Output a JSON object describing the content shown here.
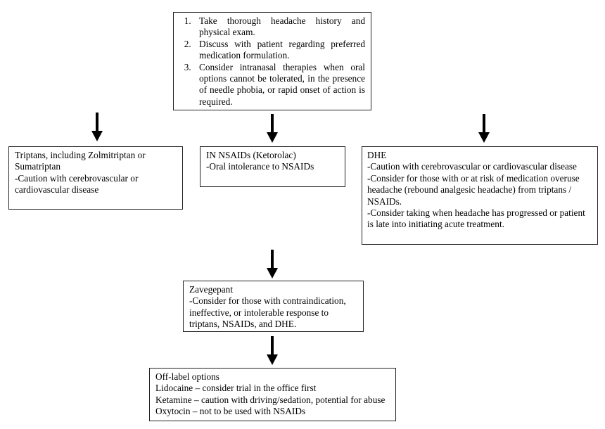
{
  "top_box": {
    "steps": [
      "Take thorough headache history and physical exam.",
      "Discuss with patient regarding preferred medication formulation.",
      "Consider intranasal therapies when oral options cannot be tolerated, in the presence of needle phobia, or rapid onset of action is required."
    ]
  },
  "triptans_box": {
    "lines": [
      "Triptans, including Zolmitriptan or Sumatriptan",
      "-Caution with cerebrovascular or cardiovascular disease"
    ]
  },
  "nsaids_box": {
    "lines": [
      "IN NSAIDs (Ketorolac)",
      "-Oral intolerance to NSAIDs"
    ]
  },
  "dhe_box": {
    "lines": [
      "DHE",
      "-Caution with cerebrovascular or cardiovascular disease",
      "-Consider for those with or at risk of medication overuse headache (rebound analgesic headache) from triptans / NSAIDs.",
      "-Consider taking when headache has progressed or patient is late into initiating acute treatment."
    ]
  },
  "zavegepant_box": {
    "lines": [
      "Zavegepant",
      "-Consider for those with contraindication, ineffective, or intolerable response to triptans, NSAIDs, and DHE."
    ]
  },
  "offlabel_box": {
    "lines": [
      "Off-label options",
      "Lidocaine – consider trial in the office first",
      "Ketamine – caution with driving/sedation, potential for abuse",
      "Oxytocin – not to be used with NSAIDs"
    ]
  }
}
